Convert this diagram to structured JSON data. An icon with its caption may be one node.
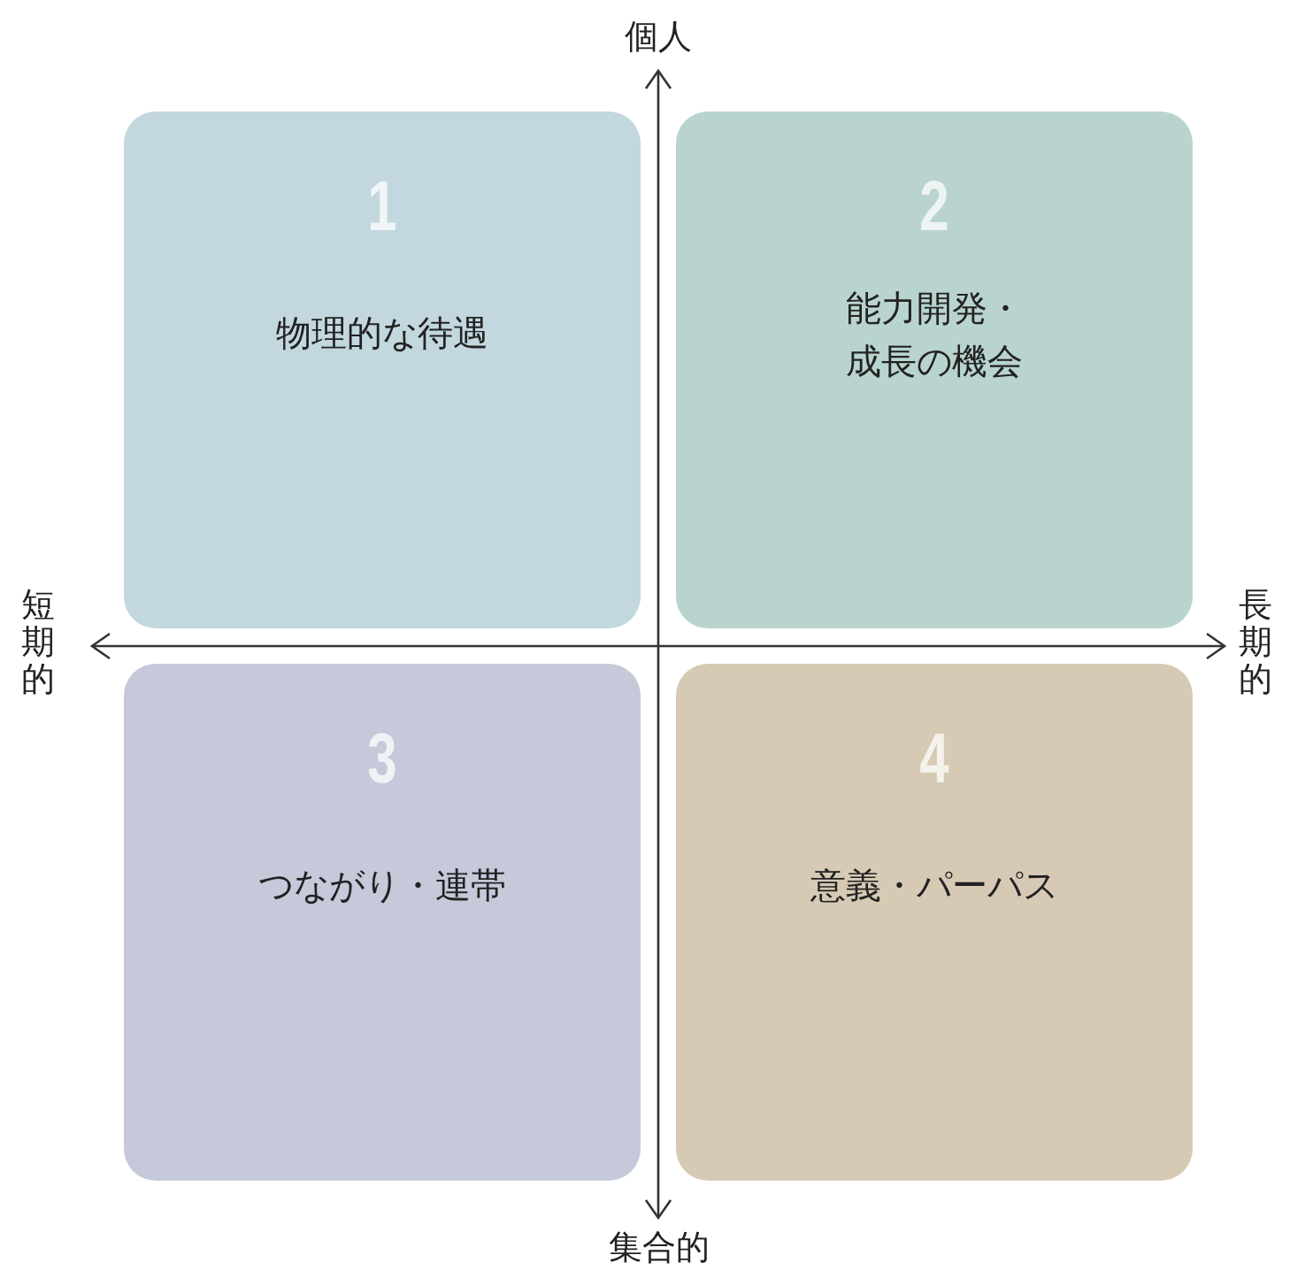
{
  "diagram": {
    "nodes": [
      {
        "text": [
          "1",
          "物理的な待遇"
        ]
      },
      {
        "text": [
          "2",
          "能力開発・成長の機会"
        ]
      },
      {
        "text": [
          "3",
          "つながり・連帯"
        ]
      },
      {
        "text": [
          "4",
          "意義・パーパス"
        ]
      }
    ],
    "labels": [
      "個人",
      "短期的",
      "長期的",
      "集合的"
    ]
  }
}
